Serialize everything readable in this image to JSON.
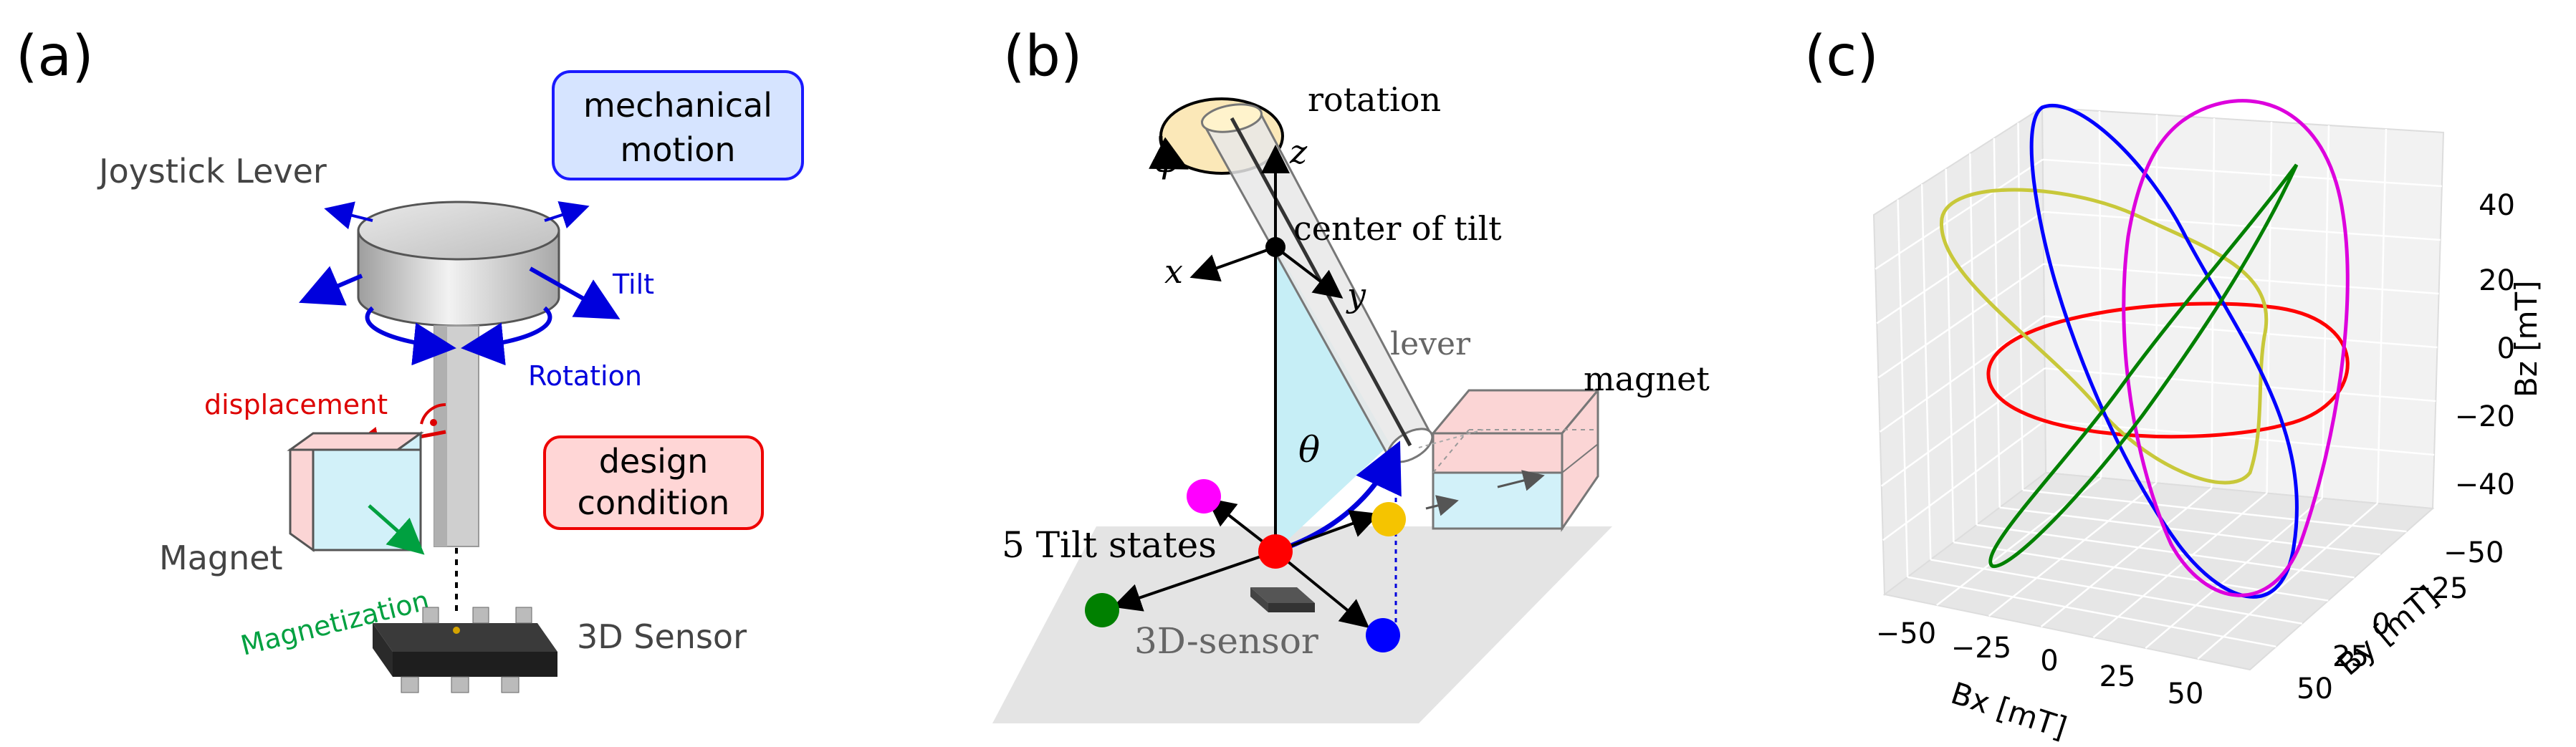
{
  "panels": {
    "a": {
      "label": "(a)",
      "joystick_lever": "Joystick Lever",
      "mechanical_motion": [
        "mechanical",
        "motion"
      ],
      "tilt": "Tilt",
      "rotation": "Rotation",
      "displacement": "displacement",
      "design_condition": [
        "design",
        "condition"
      ],
      "magnet": "Magnet",
      "magnetization": "Magnetization",
      "sensor": "3D Sensor"
    },
    "b": {
      "label": "(b)",
      "rotation": "rotation",
      "phi": "φ",
      "z": "z",
      "center_of_tilt": "center of tilt",
      "x": "x",
      "y": "y",
      "lever": "lever",
      "magnet": "magnet",
      "theta": "θ",
      "tilt_states": "5 Tilt states",
      "sensor": "3D-sensor",
      "tilt_state_colors": [
        "#ff0000",
        "#ff00ff",
        "#f5c400",
        "#0000ff",
        "#008000"
      ]
    },
    "c": {
      "label": "(c)",
      "x_ticks": [
        "−50",
        "−25",
        "0",
        "25",
        "50"
      ],
      "y_ticks": [
        "−50",
        "−25",
        "0",
        "25",
        "50"
      ],
      "z_ticks": [
        "40",
        "20",
        "0",
        "−20",
        "−40"
      ],
      "xlabel": "Bx [mT]",
      "ylabel": "By [mT]",
      "zlabel": "Bz [mT]"
    }
  },
  "colors": {
    "blue": "#0000dd",
    "red": "#dd0000",
    "green": "#00a040",
    "pink_fill": "#fbd5d5",
    "cyan_fill": "#d2f1f9",
    "box_blue_fill": "#d6e4ff",
    "box_red_fill": "#ffd6d6"
  },
  "chart_data": {
    "type": "line",
    "projection": "3d",
    "xlabel": "Bx [mT]",
    "ylabel": "By [mT]",
    "zlabel": "Bz [mT]",
    "xlim": [
      -65,
      65
    ],
    "ylim": [
      -65,
      65
    ],
    "zlim": [
      -50,
      50
    ],
    "grid": true,
    "series": [
      {
        "color": "#ff0000",
        "description_values": {
          "shape": "horizontal circle",
          "radius": 45,
          "z": 0
        }
      },
      {
        "color": "#c8c83a",
        "description_values": {
          "shape": "tilted loop",
          "extent_x": 50,
          "extent_z": 40
        }
      },
      {
        "color": "#0000ff",
        "description_values": {
          "shape": "tilted ellipse",
          "extent_y": 55,
          "extent_z": 45
        }
      },
      {
        "color": "#dd00dd",
        "description_values": {
          "shape": "tilted ellipse",
          "extent_y": 55,
          "extent_z": 45
        }
      },
      {
        "color": "#008000",
        "description_values": {
          "shape": "thin loop",
          "extent_z": 45
        }
      }
    ]
  }
}
